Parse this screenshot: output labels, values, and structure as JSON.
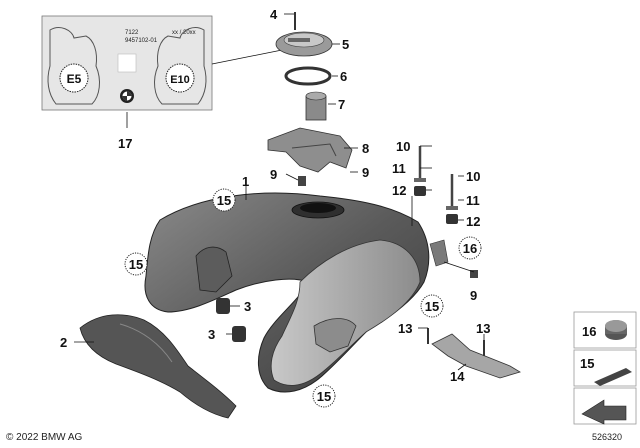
{
  "label_card": {
    "code_top": "7122",
    "part_number": "9457102-01",
    "date_code": "xx / 20xx",
    "fuel_left": "E5",
    "fuel_right": "E10"
  },
  "callouts": {
    "c1": "1",
    "c2": "2",
    "c3a": "3",
    "c3b": "3",
    "c4": "4",
    "c5": "5",
    "c6": "6",
    "c7": "7",
    "c8": "8",
    "c9a": "9",
    "c9b": "9",
    "c9c": "9",
    "c10a": "10",
    "c10b": "10",
    "c11a": "11",
    "c11b": "11",
    "c12a": "12",
    "c12b": "12",
    "c13a": "13",
    "c13b": "13",
    "c14": "14",
    "c15a": "15",
    "c15b": "15",
    "c15c": "15",
    "c15d": "15",
    "c16": "16",
    "c17": "17"
  },
  "legend": [
    {
      "number": "16"
    },
    {
      "number": "15"
    }
  ],
  "footer": {
    "copyright": "© 2022 BMW AG",
    "diagram_id": "526320"
  },
  "colors": {
    "tank_dark": "#4a4a4a",
    "tank_mid": "#7a7a7a",
    "tank_light": "#b8b8b8",
    "card_bg": "#e6e6e6",
    "ink": "#111111"
  }
}
